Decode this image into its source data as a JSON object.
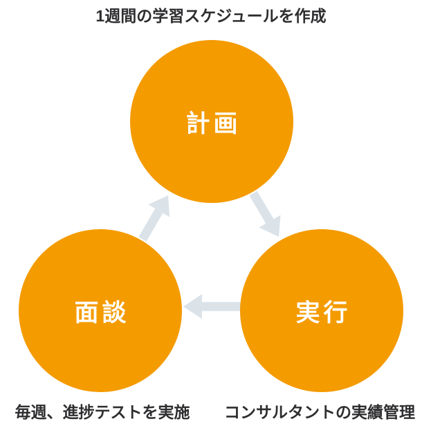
{
  "diagram": {
    "name": "study-pdca-cycle",
    "nodes": [
      {
        "id": "plan",
        "label": "計画",
        "caption": "1週間の学習スケジュールを作成"
      },
      {
        "id": "execute",
        "label": "実行",
        "caption": "コンサルタントの実績管理"
      },
      {
        "id": "interview",
        "label": "面談",
        "caption": "毎週、進捗テストを実施"
      }
    ],
    "flow": [
      {
        "from": "plan",
        "to": "execute"
      },
      {
        "from": "execute",
        "to": "interview"
      },
      {
        "from": "interview",
        "to": "plan"
      }
    ]
  },
  "colors": {
    "circle": "#F49B00",
    "arrow": "#DBE3E9",
    "caption_text": "#2E2E30",
    "node_text": "#FFFFFF",
    "background": "#FFFFFF"
  }
}
